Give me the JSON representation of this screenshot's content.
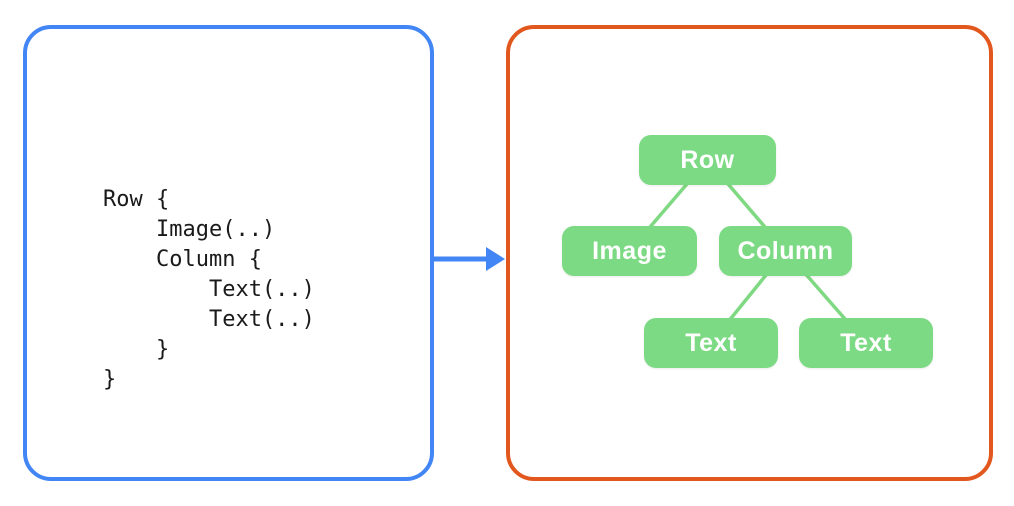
{
  "colors": {
    "code_panel_border": "#4285F4",
    "tree_panel_border": "#E2571D",
    "node_fill": "#7DDA84",
    "edge_stroke": "#7FD982",
    "arrow_color": "#4285F4",
    "code_text": "#1A1A1A",
    "node_text": "#FFFFFF",
    "canvas_bg": "#FFFFFF"
  },
  "code_panel": {
    "language_hint": "compose-dsl",
    "lines": [
      "Row {",
      "    Image(..)",
      "    Column {",
      "        Text(..)",
      "        Text(..)",
      "    }",
      "}"
    ]
  },
  "tree_panel": {
    "nodes": [
      {
        "id": "row",
        "label": "Row",
        "parent": null
      },
      {
        "id": "image",
        "label": "Image",
        "parent": "row"
      },
      {
        "id": "column",
        "label": "Column",
        "parent": "row"
      },
      {
        "id": "text1",
        "label": "Text",
        "parent": "column"
      },
      {
        "id": "text2",
        "label": "Text",
        "parent": "column"
      }
    ],
    "edges": [
      {
        "from": "row",
        "to": "image"
      },
      {
        "from": "row",
        "to": "column"
      },
      {
        "from": "column",
        "to": "text1"
      },
      {
        "from": "column",
        "to": "text2"
      }
    ]
  }
}
